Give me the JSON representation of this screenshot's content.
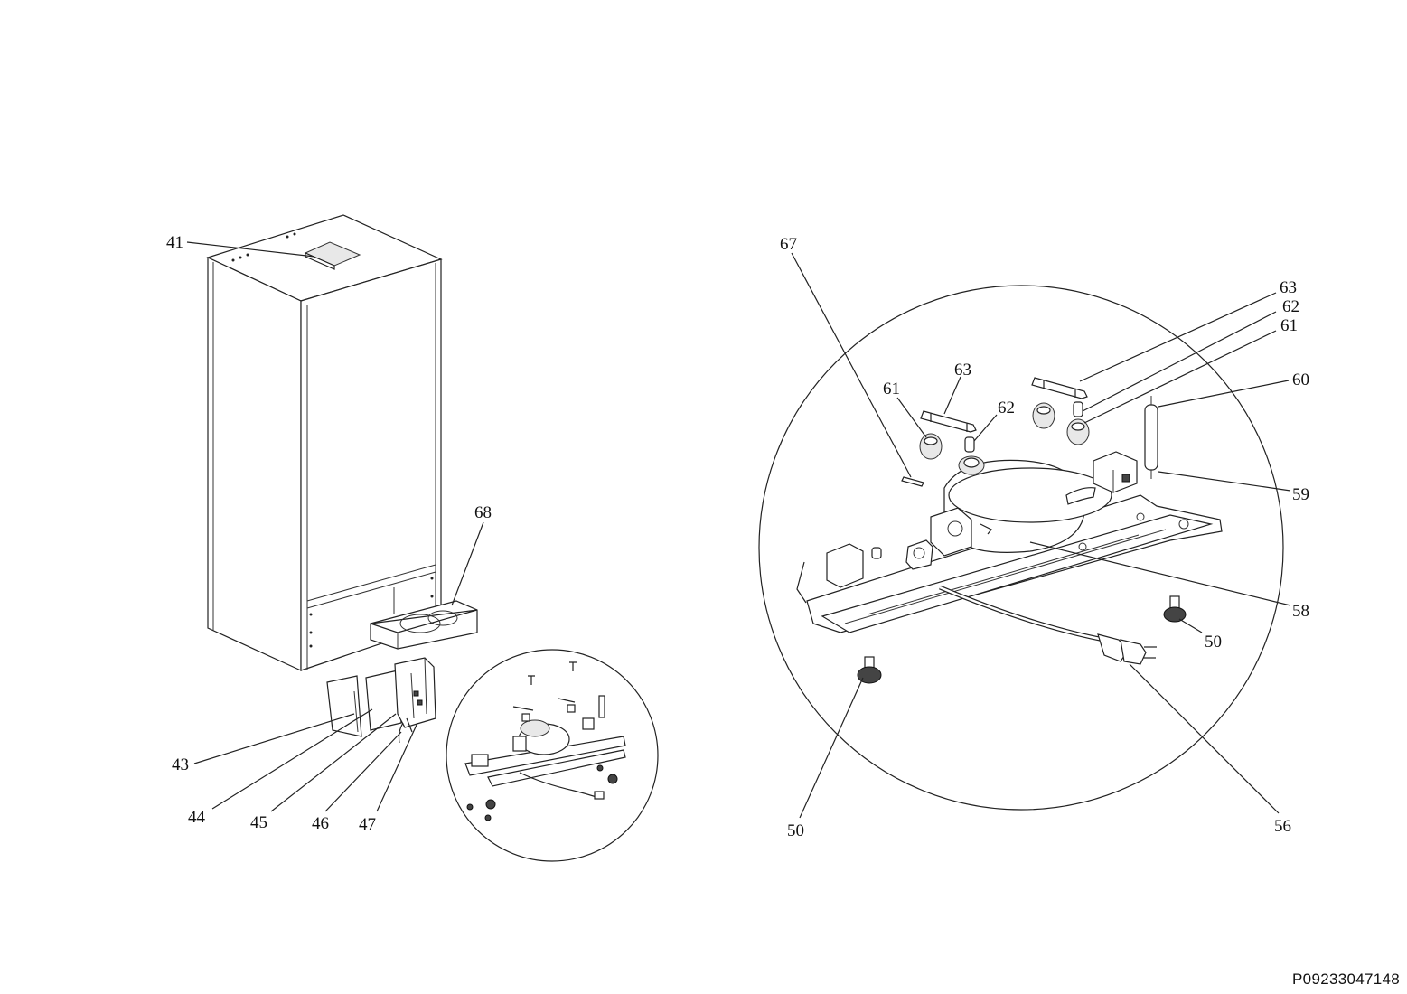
{
  "document_code": "P09233047148",
  "callouts": {
    "c41": "41",
    "c43": "43",
    "c44": "44",
    "c45": "45",
    "c46": "46",
    "c47": "47",
    "c68": "68",
    "c67": "67",
    "c63a": "63",
    "c62a": "62",
    "c61a": "61",
    "c63b": "63",
    "c62b": "62",
    "c61b": "61",
    "c60": "60",
    "c59": "59",
    "c58": "58",
    "c50a": "50",
    "c50b": "50",
    "c56": "56"
  }
}
